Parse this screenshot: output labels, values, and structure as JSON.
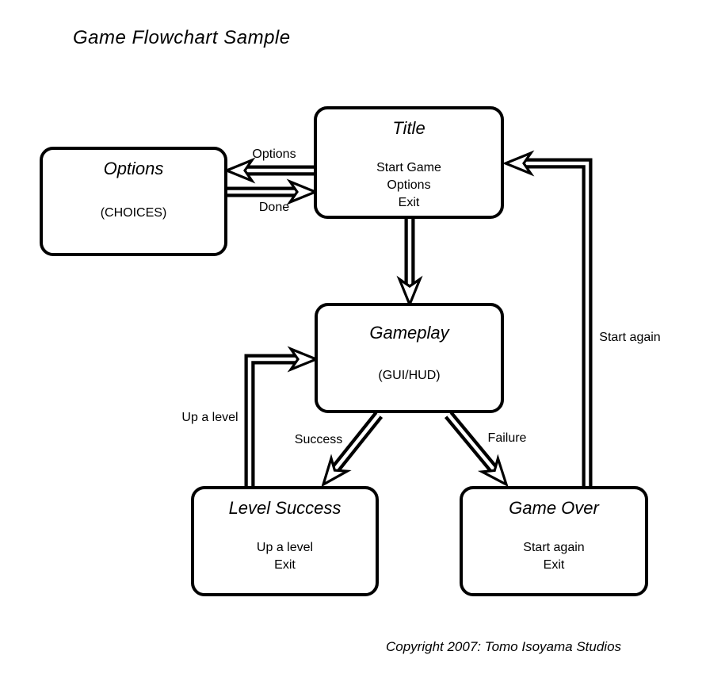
{
  "page_title": "Game Flowchart Sample",
  "copyright": "Copyright 2007: Tomo Isoyama Studios",
  "colors": {
    "ink": "#000000",
    "paper": "#ffffff"
  },
  "boxes": {
    "title": {
      "heading": "Title",
      "lines": [
        "Start Game",
        "Options",
        "Exit"
      ]
    },
    "options": {
      "heading": "Options",
      "lines": [
        "(CHOICES)"
      ]
    },
    "gameplay": {
      "heading": "Gameplay",
      "lines": [
        "(GUI/HUD)"
      ]
    },
    "level_success": {
      "heading": "Level Success",
      "lines": [
        "Up a level",
        "Exit"
      ]
    },
    "game_over": {
      "heading": "Game Over",
      "lines": [
        "Start again",
        "Exit"
      ]
    }
  },
  "edges": {
    "title_to_options": {
      "from": "Title",
      "to": "Options",
      "label": "Options"
    },
    "options_to_title": {
      "from": "Options",
      "to": "Title",
      "label": "Done"
    },
    "title_to_gameplay": {
      "from": "Title",
      "to": "Gameplay",
      "label": ""
    },
    "level_success_to_gameplay": {
      "from": "Level Success",
      "to": "Gameplay",
      "label": "Up a level"
    },
    "gameplay_to_level_success": {
      "from": "Gameplay",
      "to": "Level Success",
      "label": "Success"
    },
    "gameplay_to_game_over": {
      "from": "Gameplay",
      "to": "Game Over",
      "label": "Failure"
    },
    "game_over_to_title": {
      "from": "Game Over",
      "to": "Title",
      "label": "Start again"
    }
  }
}
